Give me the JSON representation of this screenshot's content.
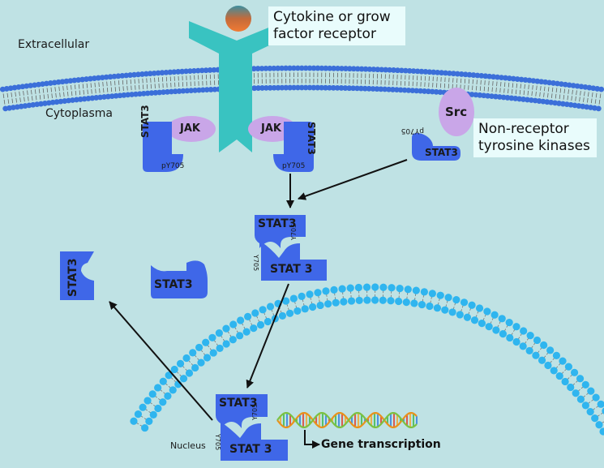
{
  "labels": {
    "extracellular": "Extracellular",
    "cytoplasma": "Cytoplasma",
    "nucleus": "Nucleus",
    "receptor_line1": "Cytokine or grow",
    "receptor_line2": "factor receptor",
    "nrtk_line1": "Non-receptor",
    "nrtk_line2": "tyrosine kinases",
    "gene_transcription": "Gene transcription"
  },
  "proteins": {
    "jak": "JAK",
    "src": "Src",
    "stat3": "STAT3",
    "stat3_spaced": "STAT 3",
    "py705": "pY705",
    "y705": "Y705"
  },
  "colors": {
    "background": "#bfe2e4",
    "stat3": "#3f67e8",
    "receptor": "#39c3c1",
    "jak": "#c9a6e8",
    "membrane_head": "#3b6fd9",
    "nuclear_head": "#2fb5ef"
  }
}
